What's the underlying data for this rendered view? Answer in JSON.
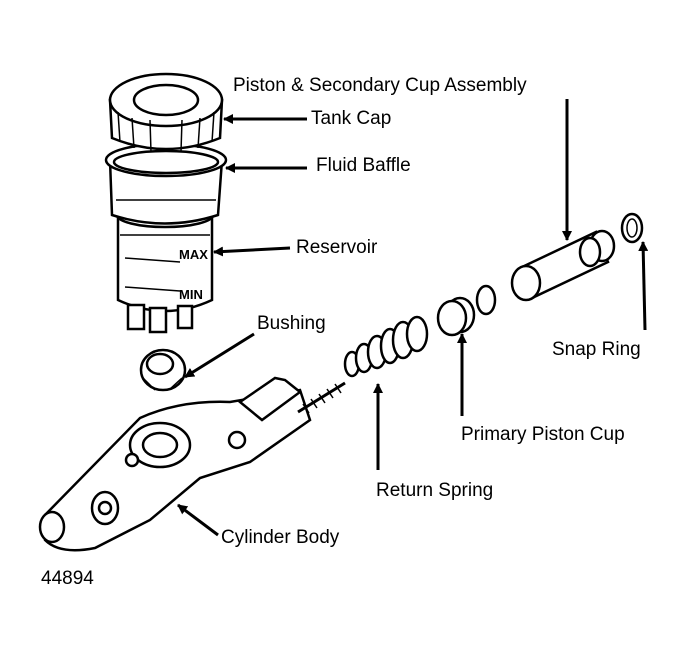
{
  "labels": {
    "piston_secondary": "Piston & Secondary Cup Assembly",
    "tank_cap": "Tank Cap",
    "fluid_baffle": "Fluid Baffle",
    "reservoir": "Reservoir",
    "bushing": "Bushing",
    "snap_ring": "Snap Ring",
    "primary_piston_cup": "Primary Piston Cup",
    "return_spring": "Return Spring",
    "cylinder_body": "Cylinder Body"
  },
  "reservoir_marks": {
    "max": "MAX",
    "min": "MIN"
  },
  "figure_number": "44894",
  "colors": {
    "ink": "#000000",
    "paper": "#ffffff"
  }
}
